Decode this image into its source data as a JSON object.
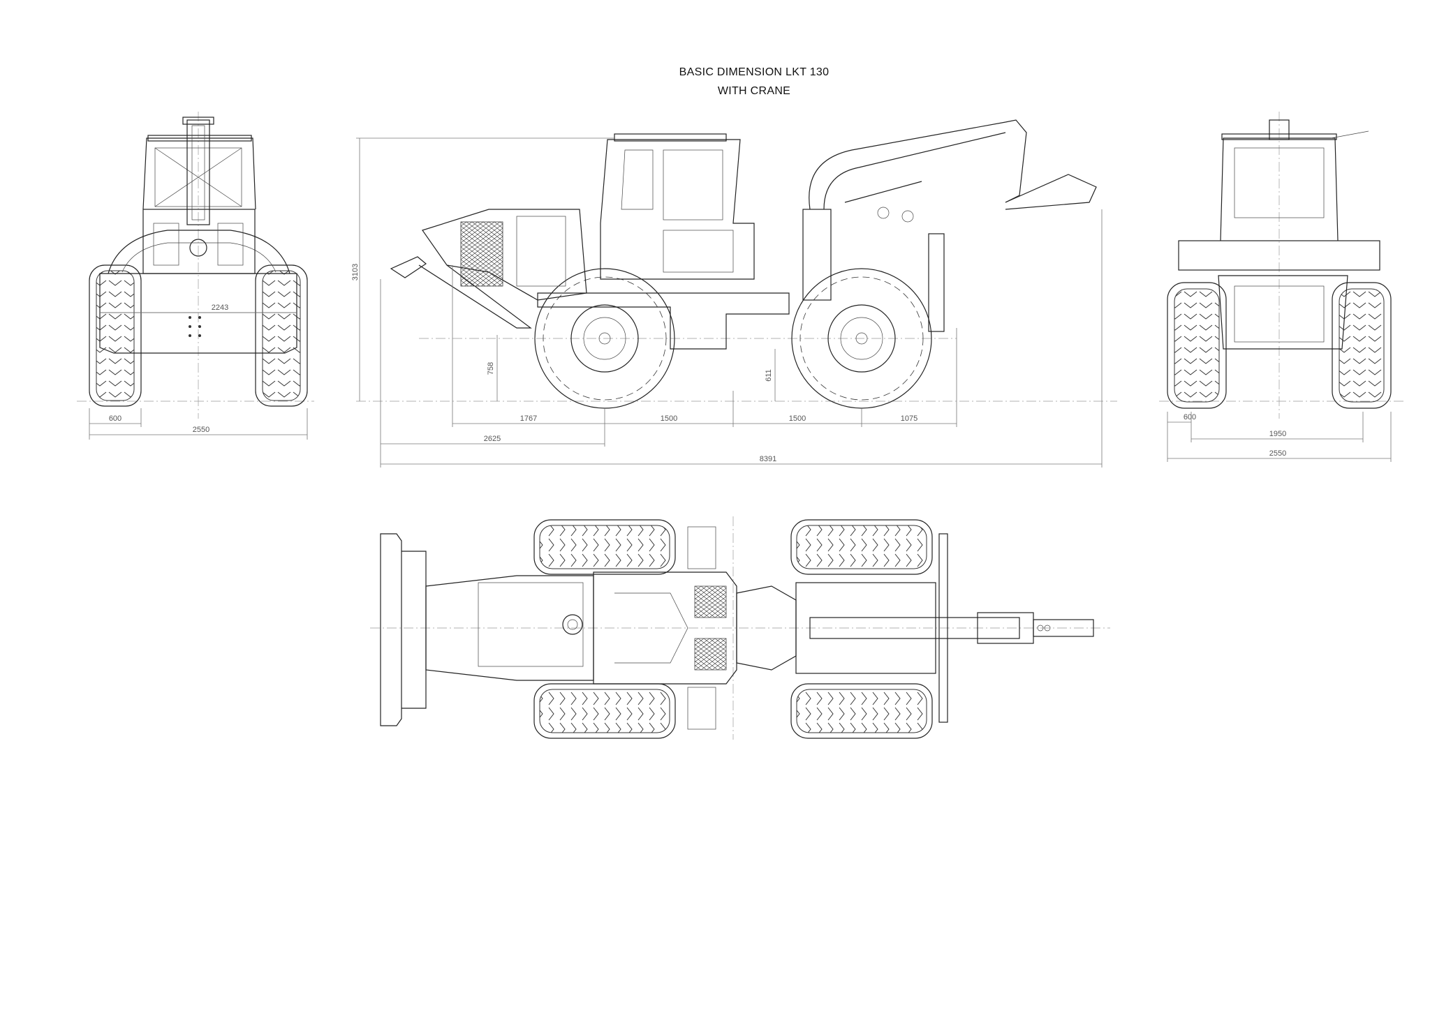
{
  "drawing": {
    "title_line1": "BASIC DIMENSION LKT 130",
    "title_line2": "WITH CRANE"
  },
  "dimensions": {
    "front_blade_width": "2243",
    "front_track_offset": "600",
    "front_overall_width": "2550",
    "side_height": "3103",
    "side_blade_clearance": "758",
    "side_rear_clearance": "611",
    "side_front_overhang": "1767",
    "side_wheelbase_front": "1500",
    "side_wheelbase_rear": "1500",
    "side_rear_overhang": "1075",
    "side_front_to_axle": "2625",
    "side_overall_length": "8391",
    "rear_track_offset": "600",
    "rear_track_width": "1950",
    "rear_overall_width": "2550"
  }
}
